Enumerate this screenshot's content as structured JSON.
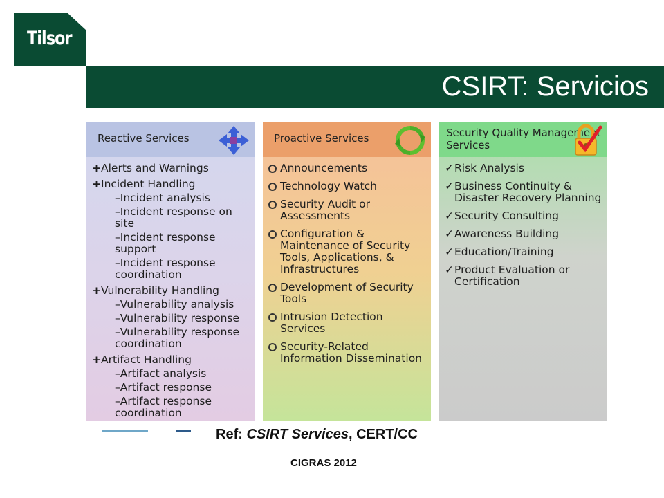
{
  "logo": {
    "text": "Tilsor"
  },
  "title": "CSIRT: Servicios",
  "columns": {
    "reactive": {
      "heading": "Reactive Services",
      "icon": "four-way-arrows-icon",
      "items": [
        {
          "text": "Alerts and Warnings",
          "sub": []
        },
        {
          "text": "Incident Handling",
          "sub": [
            "–Incident analysis",
            "–Incident response on site",
            "–Incident response support",
            "–Incident response coordination"
          ]
        },
        {
          "text": "Vulnerability Handling",
          "sub": [
            "–Vulnerability analysis",
            "–Vulnerability response",
            "–Vulnerability response coordination"
          ]
        },
        {
          "text": "Artifact Handling",
          "sub": [
            "–Artifact analysis",
            "–Artifact response",
            "–Artifact response coordination"
          ]
        }
      ]
    },
    "proactive": {
      "heading": "Proactive Services",
      "icon": "cycle-arrows-icon",
      "items": [
        "Announcements",
        "Technology Watch",
        "Security Audit or Assessments",
        "Configuration & Maintenance of Security Tools, Applications, & Infrastructures",
        "Development of Security Tools",
        "Intrusion Detection Services",
        "Security-Related Information Dissemination"
      ]
    },
    "quality": {
      "heading": "Security Quality Management Services",
      "icon": "padlock-checkmark-icon",
      "items": [
        "Risk Analysis",
        "Business Continuity & Disaster Recovery Planning",
        "Security Consulting",
        "Awareness Building",
        "Education/Training",
        "Product Evaluation or Certification"
      ]
    }
  },
  "reference": {
    "prefix": "Ref: ",
    "title": "CSIRT Services",
    "suffix": ", CERT/CC"
  },
  "footer": "CIGRAS 2012"
}
